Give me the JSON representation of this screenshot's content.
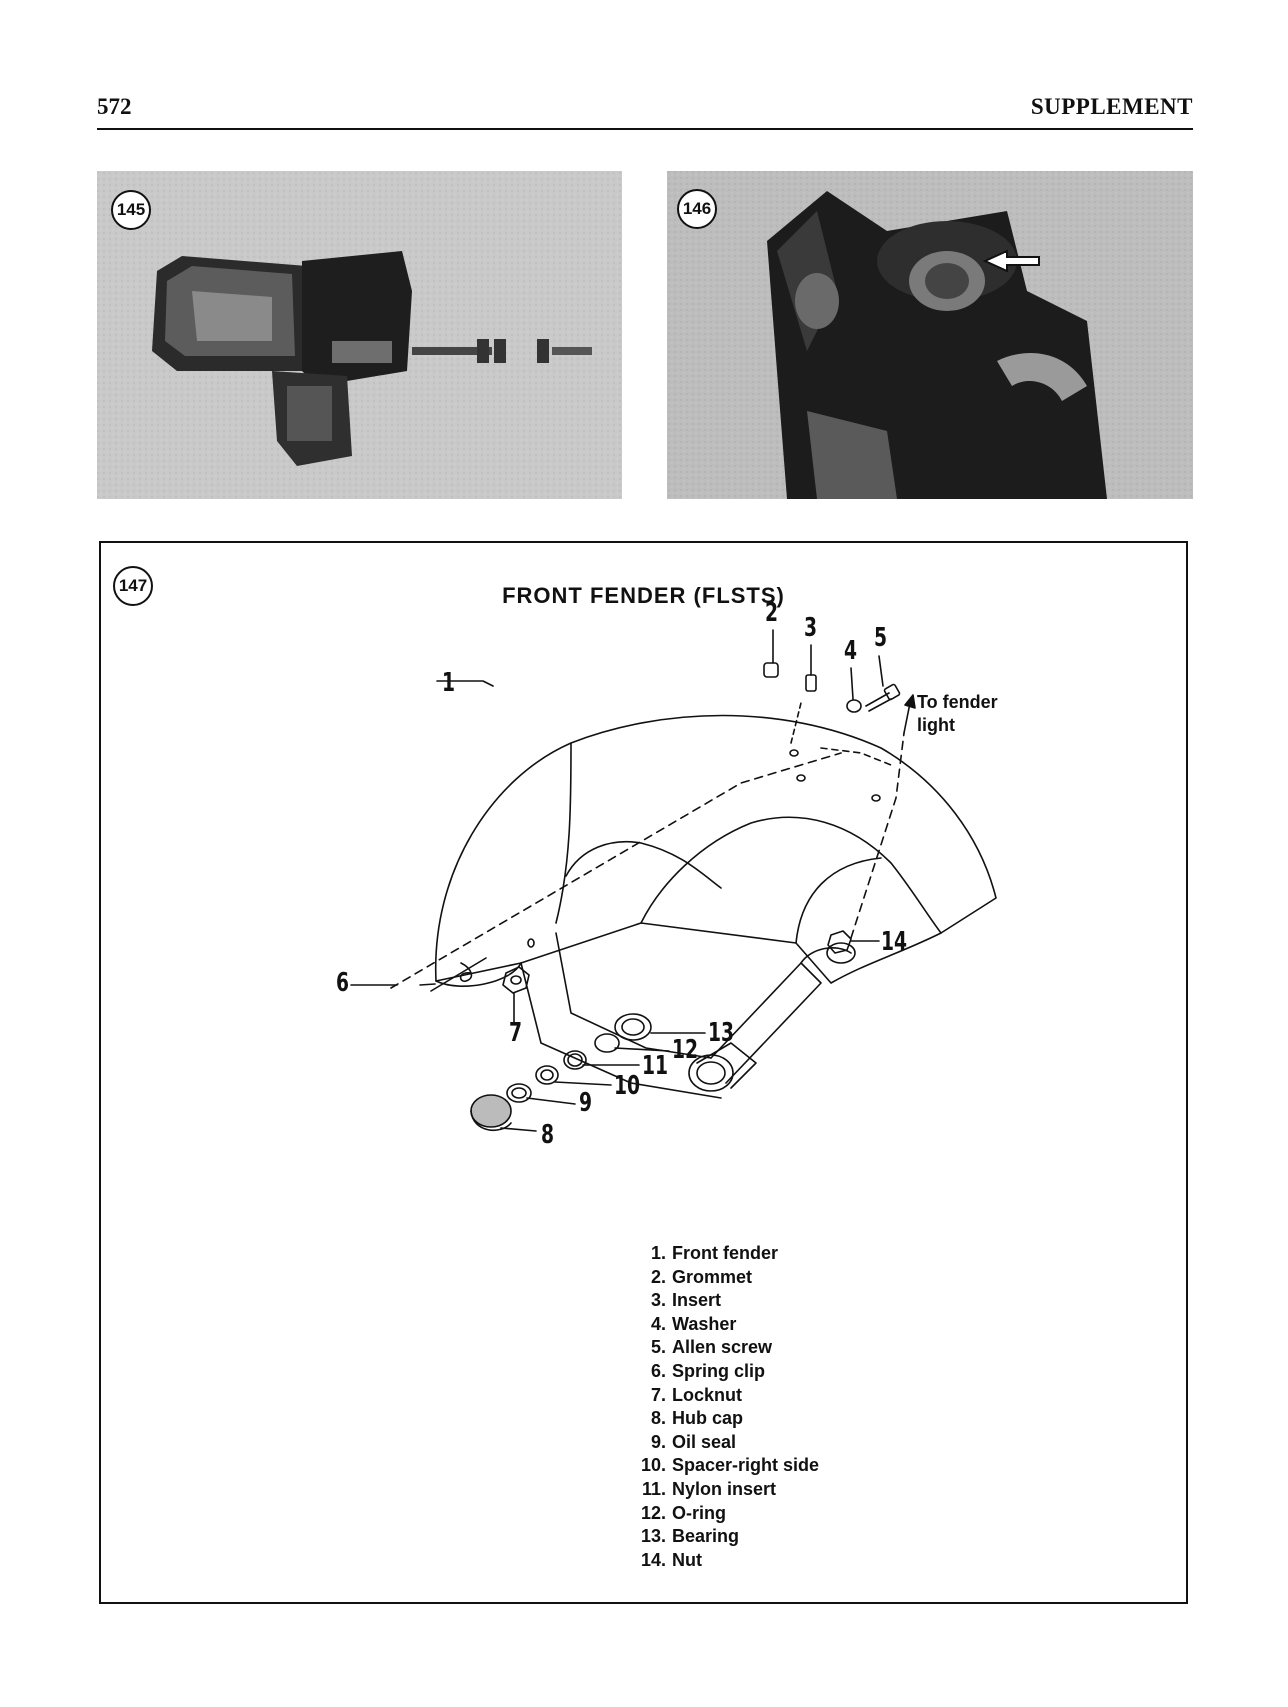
{
  "header": {
    "page_number": "572",
    "section": "SUPPLEMENT"
  },
  "figures": {
    "f145": {
      "badge": "145"
    },
    "f146": {
      "badge": "146"
    },
    "f147": {
      "badge": "147",
      "title": "FRONT FENDER (FLSTS)"
    }
  },
  "callouts": [
    "1",
    "2",
    "3",
    "4",
    "5",
    "6",
    "7",
    "8",
    "9",
    "10",
    "11",
    "12",
    "13",
    "14"
  ],
  "note": {
    "line1": "To fender",
    "line2": "light"
  },
  "legend": [
    {
      "num": "1.",
      "text": "Front fender"
    },
    {
      "num": "2.",
      "text": "Grommet"
    },
    {
      "num": "3.",
      "text": "Insert"
    },
    {
      "num": "4.",
      "text": "Washer"
    },
    {
      "num": "5.",
      "text": "Allen screw"
    },
    {
      "num": "6.",
      "text": "Spring clip"
    },
    {
      "num": "7.",
      "text": "Locknut"
    },
    {
      "num": "8.",
      "text": "Hub cap"
    },
    {
      "num": "9.",
      "text": "Oil seal"
    },
    {
      "num": "10.",
      "text": "Spacer-right side"
    },
    {
      "num": "11.",
      "text": "Nylon insert"
    },
    {
      "num": "12.",
      "text": "O-ring"
    },
    {
      "num": "13.",
      "text": "Bearing"
    },
    {
      "num": "14.",
      "text": "Nut"
    }
  ]
}
